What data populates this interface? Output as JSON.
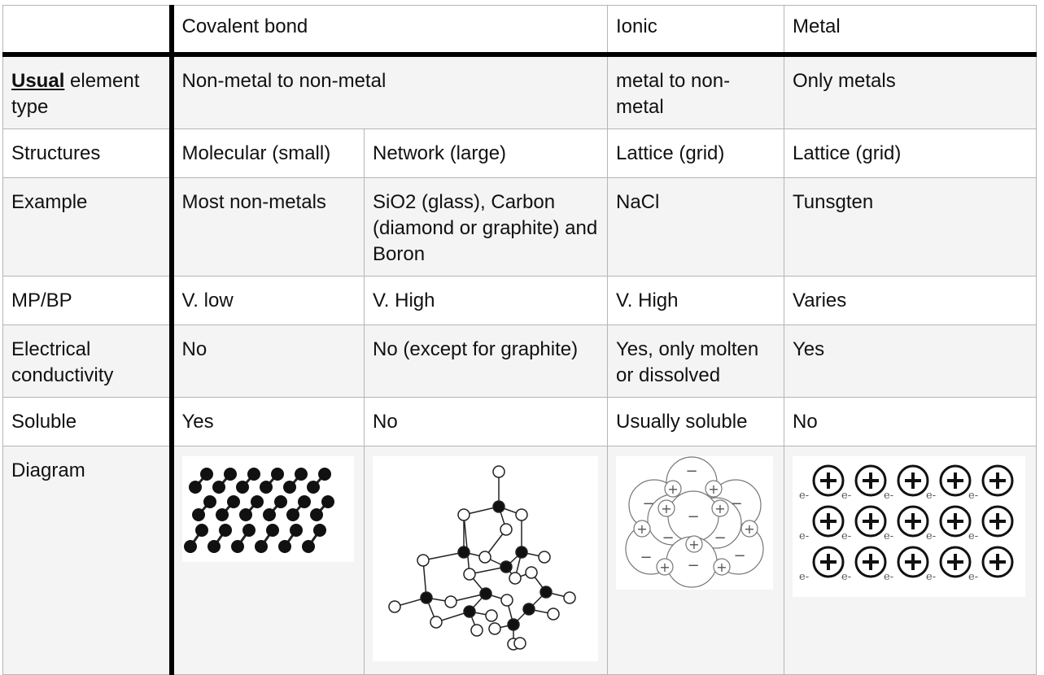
{
  "header": {
    "corner": "",
    "covalent": "Covalent bond",
    "ionic": "Ionic",
    "metal": "Metal"
  },
  "rows": {
    "usual": {
      "label_bold": "Usual",
      "label_rest": " element type",
      "covalent": "Non-metal to non-metal",
      "ionic": "metal to non-metal",
      "metal": "Only metals"
    },
    "structures": {
      "label": "Structures",
      "molecular": "Molecular (small)",
      "network": "Network (large)",
      "ionic": "Lattice (grid)",
      "metal": "Lattice (grid)"
    },
    "example": {
      "label": "Example",
      "molecular": "Most non-metals",
      "network": "SiO2 (glass), Carbon (diamond or graphite) and Boron",
      "ionic": "NaCl",
      "metal": "Tunsgten"
    },
    "mpbp": {
      "label": "MP/BP",
      "molecular": "V. low",
      "network": "V. High",
      "ionic": "V. High",
      "metal": "Varies"
    },
    "electrical": {
      "label": "Electrical conductivity",
      "molecular": "No",
      "network": "No (except for graphite)",
      "ionic": "Yes, only molten or dissolved",
      "metal": "Yes"
    },
    "soluble": {
      "label": "Soluble",
      "molecular": "Yes",
      "network": "No",
      "ionic": "Usually soluble",
      "metal": "No"
    },
    "diagram": {
      "label": "Diagram"
    }
  },
  "diagram_text": {
    "ion_minus": "−",
    "ion_plus": "+",
    "electron": "e-"
  }
}
